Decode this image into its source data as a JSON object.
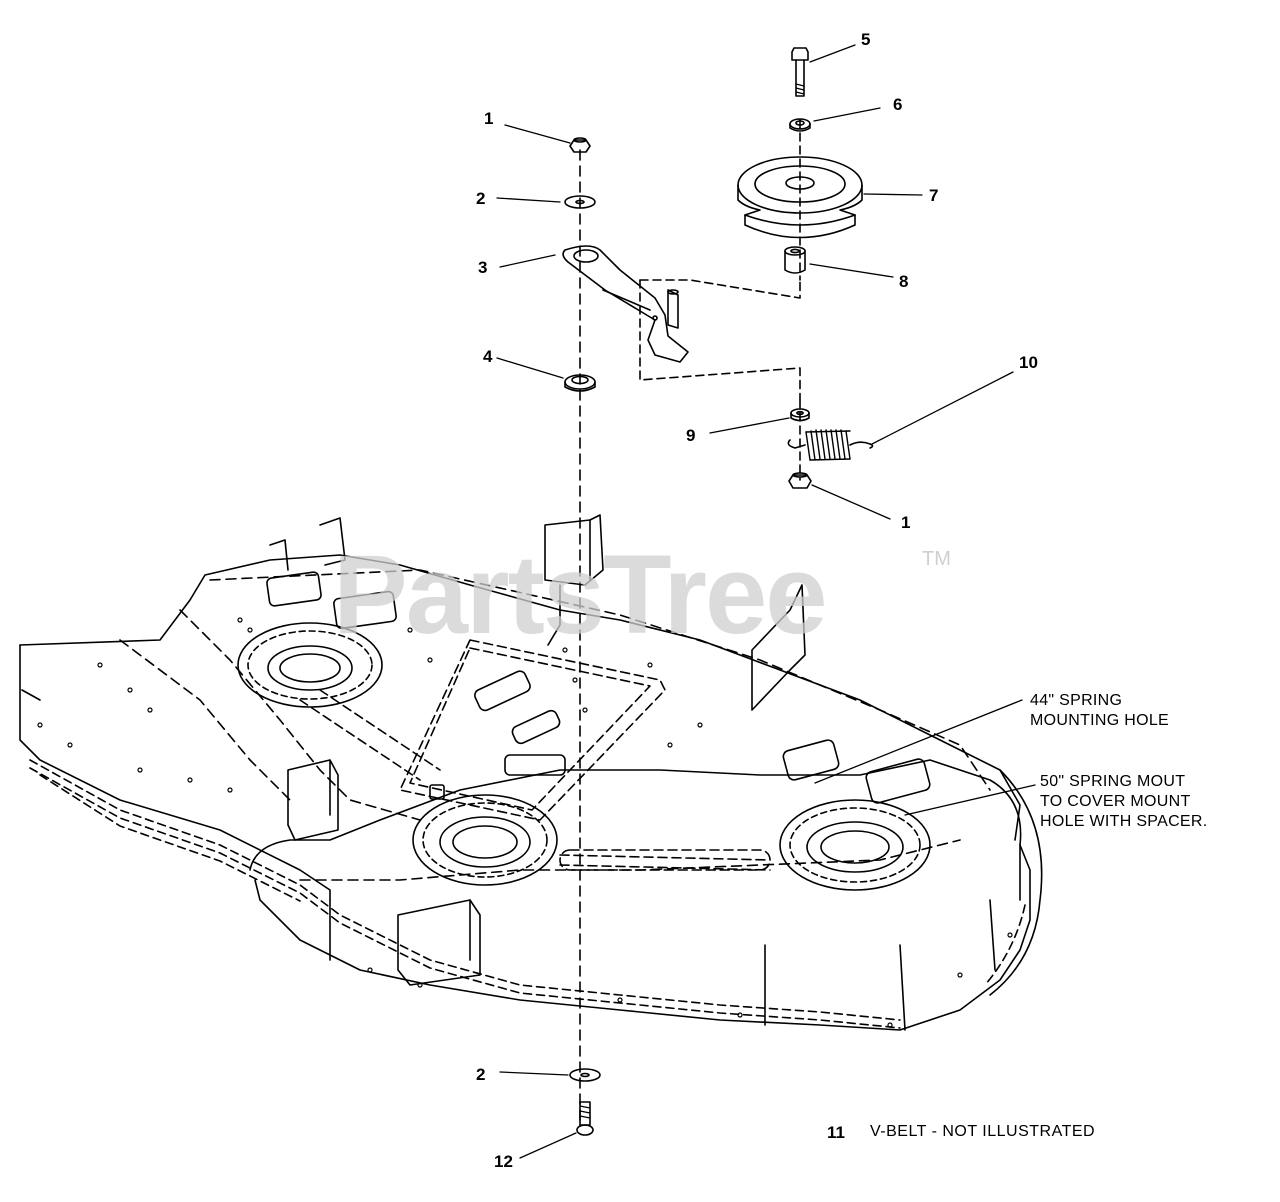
{
  "diagram": {
    "callouts": [
      {
        "id": "c1a",
        "label": "1"
      },
      {
        "id": "c2a",
        "label": "2"
      },
      {
        "id": "c3",
        "label": "3"
      },
      {
        "id": "c4",
        "label": "4"
      },
      {
        "id": "c5",
        "label": "5"
      },
      {
        "id": "c6",
        "label": "6"
      },
      {
        "id": "c7",
        "label": "7"
      },
      {
        "id": "c8",
        "label": "8"
      },
      {
        "id": "c9",
        "label": "9"
      },
      {
        "id": "c10",
        "label": "10"
      },
      {
        "id": "c1b",
        "label": "1"
      },
      {
        "id": "c2b",
        "label": "2"
      },
      {
        "id": "c12",
        "label": "12"
      }
    ],
    "notes": {
      "spring44_line1": "44\" SPRING",
      "spring44_line2": "MOUNTING HOLE",
      "spring50_line1": "50\" SPRING MOUT",
      "spring50_line2": "TO COVER MOUNT",
      "spring50_line3": "HOLE WITH SPACER."
    },
    "footnote": {
      "number": "11",
      "text": "V-BELT - NOT ILLUSTRATED"
    },
    "watermark": {
      "text": "PartsTree",
      "mark": "TM"
    }
  }
}
